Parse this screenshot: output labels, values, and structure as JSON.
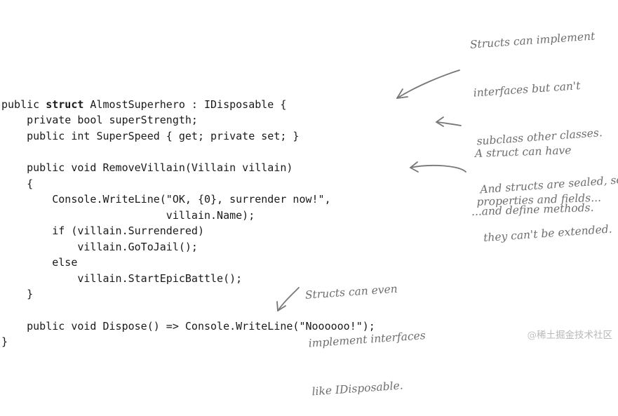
{
  "code": {
    "line1_pre": "public ",
    "line1_kw": "struct",
    "line1_post": " AlmostSuperhero : IDisposable {",
    "line2": "    private bool superStrength;",
    "line3": "    public int SuperSpeed { get; private set; }",
    "line4": "    public void RemoveVillain(Villain villain)",
    "line5": "    {",
    "line6": "        Console.WriteLine(\"OK, {0}, surrender now!\",",
    "line7": "                          villain.Name);",
    "line8": "        if (villain.Surrendered)",
    "line9": "            villain.GoToJail();",
    "line10": "        else",
    "line11": "            villain.StartEpicBattle();",
    "line12": "    }",
    "line13": "    public void Dispose() => Console.WriteLine(\"Noooooo!\");",
    "line14": "}"
  },
  "annotations": {
    "interfaces_note": [
      "Structs can implement",
      "interfaces but can't",
      "subclass other classes.",
      "And structs are sealed, so",
      "they can't be extended."
    ],
    "properties_note": [
      "A struct can have",
      "properties and fields..."
    ],
    "methods_note": "...and define methods.",
    "idisposable_note": [
      "Structs can even",
      "implement interfaces",
      "like IDisposable."
    ]
  },
  "watermark": {
    "at_symbol": "@",
    "text": "稀土掘金技术社区"
  },
  "colors": {
    "code_text": "#1a1a1a",
    "annotation_text": "#6e6e6e",
    "arrow": "#777777",
    "watermark": "#b8b8b8"
  }
}
